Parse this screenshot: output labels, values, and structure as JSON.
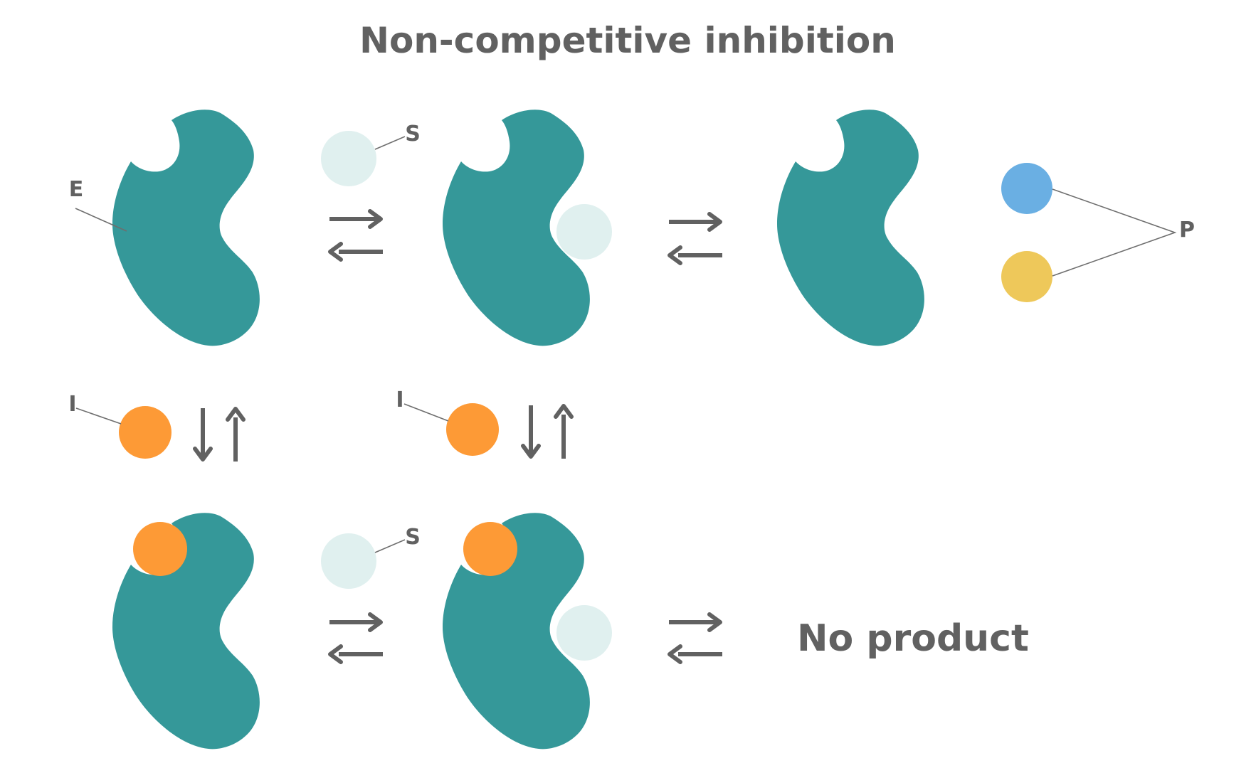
{
  "title": "Non-competitive inhibition",
  "labels": {
    "enzyme": "E",
    "substrate": "S",
    "inhibitor": "I",
    "product": "P"
  },
  "outcome_text": "No product",
  "colors": {
    "enzyme": "#359899",
    "substrate": "#e0f0ef",
    "inhibitor": "#fd9a36",
    "product_a": "#6aafe3",
    "product_b": "#eec85a",
    "text": "#616161",
    "background": "#ffffff"
  }
}
